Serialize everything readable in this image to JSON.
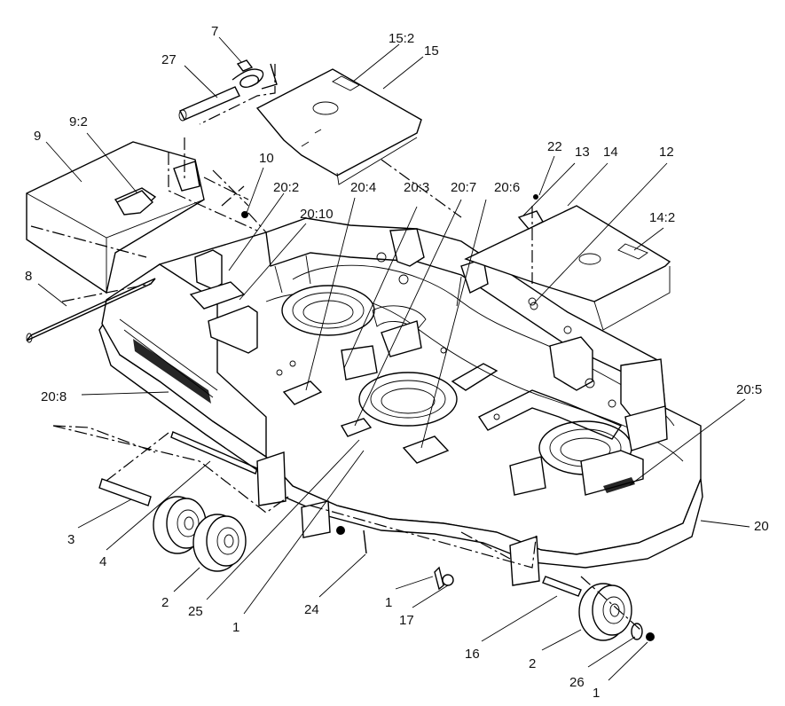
{
  "callouts": [
    {
      "id": "c7",
      "label": "7"
    },
    {
      "id": "c27",
      "label": "27"
    },
    {
      "id": "c15_2",
      "label": "15:2"
    },
    {
      "id": "c15",
      "label": "15"
    },
    {
      "id": "c9_2",
      "label": "9:2"
    },
    {
      "id": "c9",
      "label": "9"
    },
    {
      "id": "c10",
      "label": "10"
    },
    {
      "id": "c20_2",
      "label": "20:2"
    },
    {
      "id": "c20_4",
      "label": "20:4"
    },
    {
      "id": "c20_3",
      "label": "20:3"
    },
    {
      "id": "c20_7",
      "label": "20:7"
    },
    {
      "id": "c20_6",
      "label": "20:6"
    },
    {
      "id": "c22",
      "label": "22"
    },
    {
      "id": "c13",
      "label": "13"
    },
    {
      "id": "c14",
      "label": "14"
    },
    {
      "id": "c12",
      "label": "12"
    },
    {
      "id": "c20_10",
      "label": "20:10"
    },
    {
      "id": "c14_2",
      "label": "14:2"
    },
    {
      "id": "c8",
      "label": "8"
    },
    {
      "id": "c20_8",
      "label": "20:8"
    },
    {
      "id": "c20_5",
      "label": "20:5"
    },
    {
      "id": "c20",
      "label": "20"
    },
    {
      "id": "c3",
      "label": "3"
    },
    {
      "id": "c4",
      "label": "4"
    },
    {
      "id": "c2a",
      "label": "2"
    },
    {
      "id": "c25",
      "label": "25"
    },
    {
      "id": "c1a",
      "label": "1"
    },
    {
      "id": "c24",
      "label": "24"
    },
    {
      "id": "c1b",
      "label": "1"
    },
    {
      "id": "c17",
      "label": "17"
    },
    {
      "id": "c16",
      "label": "16"
    },
    {
      "id": "c2b",
      "label": "2"
    },
    {
      "id": "c26",
      "label": "26"
    },
    {
      "id": "c1c",
      "label": "1"
    }
  ]
}
